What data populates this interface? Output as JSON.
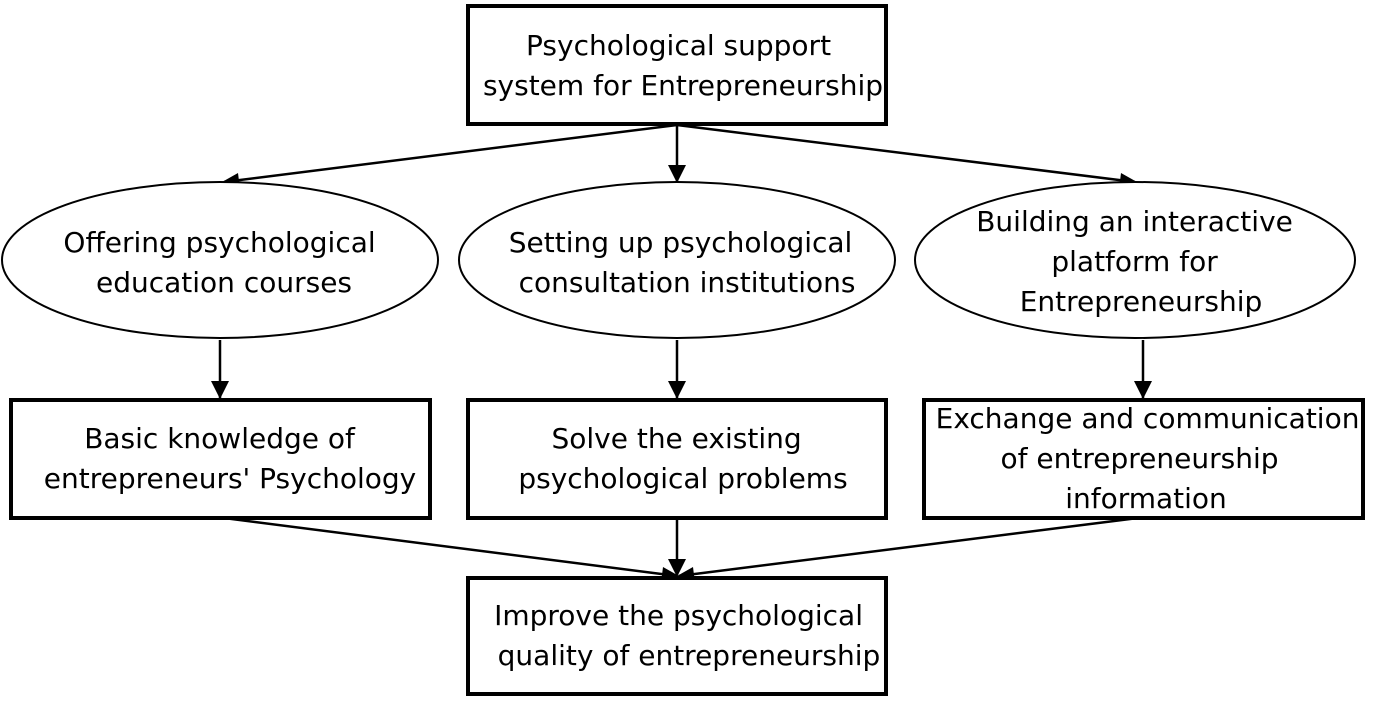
{
  "nodes": {
    "root": {
      "lines": [
        "Psychological support",
        "system for Entrepreneurship"
      ]
    },
    "methods": [
      {
        "lines": [
          "Offering psychological",
          "education courses"
        ]
      },
      {
        "lines": [
          "Setting up psychological",
          "consultation institutions"
        ]
      },
      {
        "lines": [
          "Building an interactive",
          "platform for",
          "Entrepreneurship"
        ]
      }
    ],
    "outcomes": [
      {
        "lines": [
          "Basic knowledge of",
          "entrepreneurs' Psychology"
        ]
      },
      {
        "lines": [
          "Solve the existing",
          "psychological problems"
        ]
      },
      {
        "lines": [
          "Exchange and communication",
          "of entrepreneurship",
          "information"
        ]
      }
    ],
    "goal": {
      "lines": [
        "Improve the psychological",
        "quality of entrepreneurship"
      ]
    }
  },
  "colors": {
    "stroke": "#000000",
    "fill": "#ffffff",
    "text": "#000000"
  }
}
